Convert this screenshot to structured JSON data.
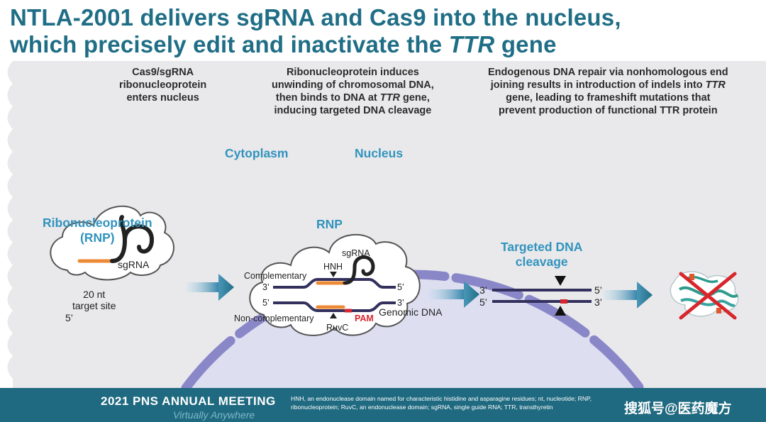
{
  "title": {
    "line1": "NTLA-2001 delivers sgRNA and Cas9 into the nucleus,",
    "line2_pre": "which precisely edit and inactivate the ",
    "line2_italic": "TTR",
    "line2_post": " gene"
  },
  "annotations": {
    "step1": [
      "Cas9/sgRNA",
      "ribonucleoprotein",
      "enters nucleus"
    ],
    "step2_line1": "Ribonucleoprotein induces",
    "step2_line2": "unwinding of chromosomal DNA,",
    "step2_line3_pre": "then binds to DNA at ",
    "step2_line3_italic": "TTR",
    "step2_line3_post": " gene,",
    "step2_line4": "inducing targeted DNA cleavage",
    "step3_line1": "Endogenous DNA repair via nonhomologous end",
    "step3_line2_pre": "joining results in introduction of indels into ",
    "step3_line2_italic": "TTR",
    "step3_line3": "gene, leading to frameshift mutations that",
    "step3_line4": "prevent production of functional TTR protein"
  },
  "labels": {
    "cytoplasm": "Cytoplasm",
    "nucleus": "Nucleus",
    "rnp_full": [
      "Ribonucleoprotein",
      "(RNP)"
    ],
    "rnp": "RNP",
    "cleavage": [
      "Targeted DNA",
      "cleavage"
    ]
  },
  "rnp_left": {
    "sgrna": "sgRNA",
    "target": [
      "20 nt",
      "target site"
    ],
    "five_prime": "5’"
  },
  "rnp_center": {
    "sgrna": "sgRNA",
    "hnh": "HNH",
    "complementary": "Complementary",
    "non_complementary": "Non-complementary",
    "ruvc": "RuvC",
    "pam": "PAM",
    "genomic_dna": "Genomic DNA",
    "top_left": "3’",
    "top_right": "5’",
    "bottom_left": "5’",
    "bottom_right": "3’"
  },
  "cleaved": {
    "top_left": "3’",
    "top_right": "5’",
    "bottom_left": "5’",
    "bottom_right": "3’"
  },
  "footer": {
    "meeting": "2021 PNS ANNUAL MEETING",
    "virtual": "Virtually Anywhere",
    "abbreviations": "HNH, an endonuclease domain named for characteristic histidine and asparagine residues; nt, nucleotide; RNP, ribonucleoprotein; RuvC, an endonuclease domain; sgRNA, single guide RNA; TTR, transthyretin",
    "watermark": "搜狐号@医药魔方"
  },
  "colors": {
    "title": "#1f6e86",
    "accent_blue": "#3193bd",
    "nucleus_fill": "#dddef0",
    "membrane": "#8a87c9",
    "dna_strand": "#33305e",
    "sgrna_orange": "#ec8a35",
    "pam_red": "#d8262c",
    "footer_bg": "#1f6a80"
  }
}
